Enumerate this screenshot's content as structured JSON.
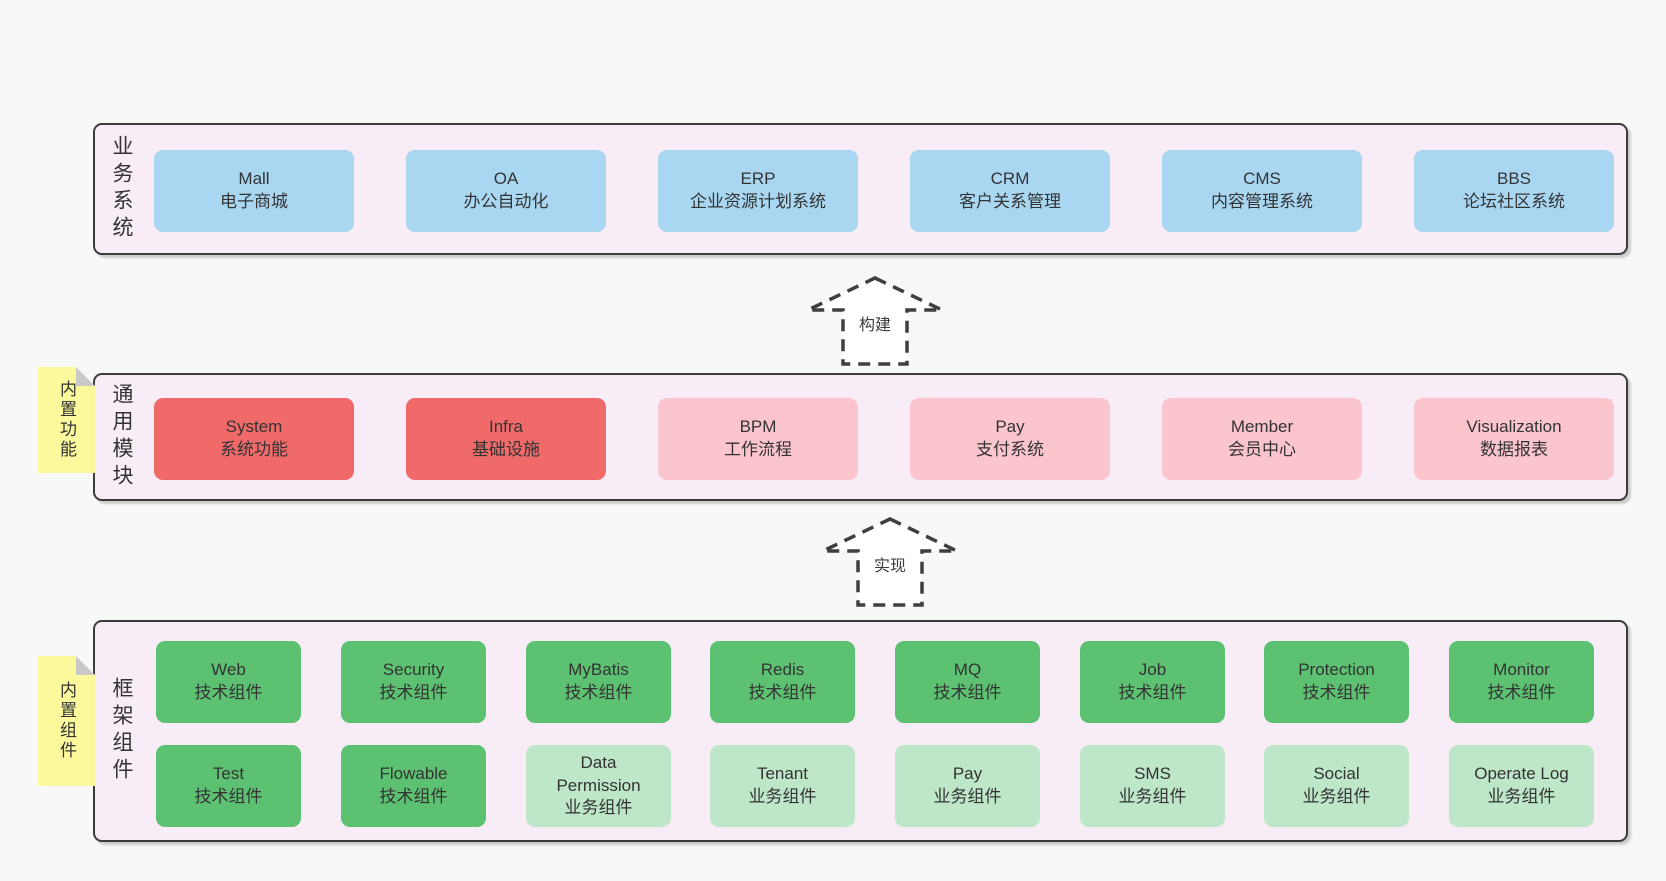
{
  "colors": {
    "page_bg": "#f8f8f8",
    "band_bg": "#f8edf6",
    "band_border": "#3c3c3c",
    "box_blue": "#a9d7f2",
    "box_red": "#f06a6a",
    "box_pink": "#fbc5ce",
    "box_green": "#5dc172",
    "box_green_light": "#bee6c8",
    "note_yellow": "#fbf99c",
    "text": "#333333"
  },
  "arrows": [
    {
      "label": "构建"
    },
    {
      "label": "实现"
    }
  ],
  "bands": [
    {
      "label": "业务系统",
      "boxes": [
        {
          "name": "Mall",
          "desc": "电子商城"
        },
        {
          "name": "OA",
          "desc": "办公自动化"
        },
        {
          "name": "ERP",
          "desc": "企业资源计划系统"
        },
        {
          "name": "CRM",
          "desc": "客户关系管理"
        },
        {
          "name": "CMS",
          "desc": "内容管理系统"
        },
        {
          "name": "BBS",
          "desc": "论坛社区系统"
        }
      ]
    },
    {
      "label": "通用模块",
      "note": "内置功能",
      "boxes": [
        {
          "name": "System",
          "desc": "系统功能"
        },
        {
          "name": "Infra",
          "desc": "基础设施"
        },
        {
          "name": "BPM",
          "desc": "工作流程"
        },
        {
          "name": "Pay",
          "desc": "支付系统"
        },
        {
          "name": "Member",
          "desc": "会员中心"
        },
        {
          "name": "Visualization",
          "desc": "数据报表"
        }
      ]
    },
    {
      "label": "框架组件",
      "note": "内置组件",
      "rows": [
        [
          {
            "name": "Web",
            "desc": "技术组件"
          },
          {
            "name": "Security",
            "desc": "技术组件"
          },
          {
            "name": "MyBatis",
            "desc": "技术组件"
          },
          {
            "name": "Redis",
            "desc": "技术组件"
          },
          {
            "name": "MQ",
            "desc": "技术组件"
          },
          {
            "name": "Job",
            "desc": "技术组件"
          },
          {
            "name": "Protection",
            "desc": "技术组件"
          },
          {
            "name": "Monitor",
            "desc": "技术组件"
          }
        ],
        [
          {
            "name": "Test",
            "desc": "技术组件"
          },
          {
            "name": "Flowable",
            "desc": "技术组件"
          },
          {
            "name": "Data Permission",
            "desc": "业务组件"
          },
          {
            "name": "Tenant",
            "desc": "业务组件"
          },
          {
            "name": "Pay",
            "desc": "业务组件"
          },
          {
            "name": "SMS",
            "desc": "业务组件"
          },
          {
            "name": "Social",
            "desc": "业务组件"
          },
          {
            "name": "Operate Log",
            "desc": "业务组件"
          }
        ]
      ]
    }
  ]
}
